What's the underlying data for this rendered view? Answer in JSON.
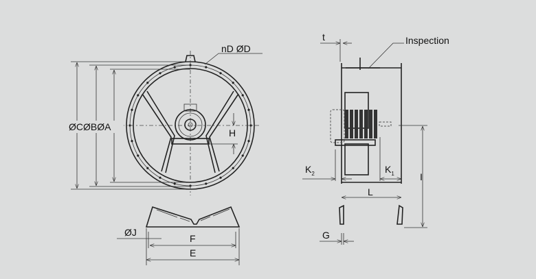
{
  "front_view": {
    "label_holes": "nD  ØD",
    "label_diameters": "ØCØBØA",
    "label_h": "H"
  },
  "base_view": {
    "label_j": "ØJ",
    "label_f": "F",
    "label_e": "E"
  },
  "side_view": {
    "label_t": "t",
    "label_inspection": "Inspection",
    "label_k2": "K",
    "label_k2_sub": "2",
    "label_k1": "K",
    "label_k1_sub": "1",
    "label_l": "L",
    "label_i": "I",
    "label_g": "G"
  }
}
